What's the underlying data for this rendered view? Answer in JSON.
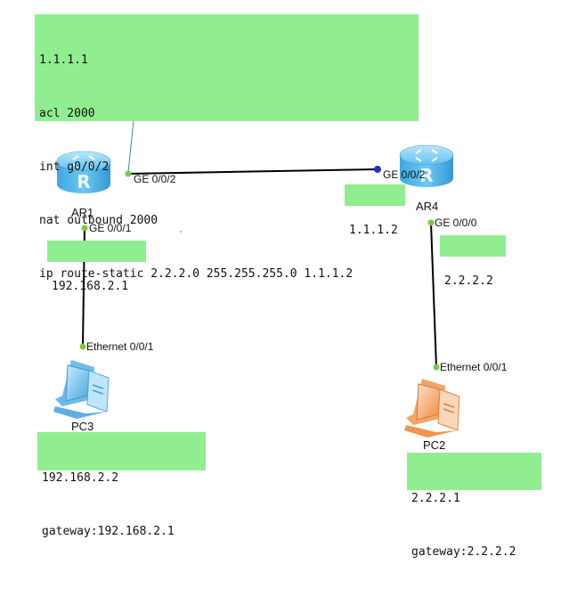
{
  "config_note": {
    "lines": [
      "1.1.1.1",
      "acl 2000",
      "int g0/0/2",
      "nat outbound 2000",
      "ip route-static 2.2.2.0 255.255.255.0 1.1.1.2"
    ]
  },
  "devices": {
    "ar1": {
      "name": "AR1",
      "icon": "router-icon"
    },
    "ar4": {
      "name": "AR4",
      "icon": "router-icon"
    },
    "pc3": {
      "name": "PC3",
      "icon": "pc-icon"
    },
    "pc2": {
      "name": "PC2",
      "icon": "pc-icon"
    }
  },
  "interfaces": {
    "ar1_ge002": "GE 0/0/2",
    "ar1_ge001": "GE 0/0/1",
    "ar4_ge002": "GE 0/0/2",
    "ar4_ge000": "GE 0/0/0",
    "pc3_eth": "Ethernet 0/0/1",
    "pc2_eth": "Ethernet 0/0/1"
  },
  "labels": {
    "ar4_ip": "1.1.1.2",
    "ar1_lan_ip": "192.168.2.1",
    "ar4_lan_ip": "2.2.2.2",
    "pc3_ip": "192.168.2.2",
    "pc3_gateway": "gateway:192.168.2.1",
    "pc2_ip": "2.2.2.1",
    "pc2_gateway": "gateway:2.2.2.2"
  },
  "colors": {
    "note_bg": "#90ee90",
    "link": "#000000",
    "port_dot": "#7ac943",
    "active_port_dot": "#1f2fd6",
    "router_body": "#4fb6e8",
    "pc3_body": "#7fc8f0",
    "pc2_body": "#f5a86a"
  }
}
